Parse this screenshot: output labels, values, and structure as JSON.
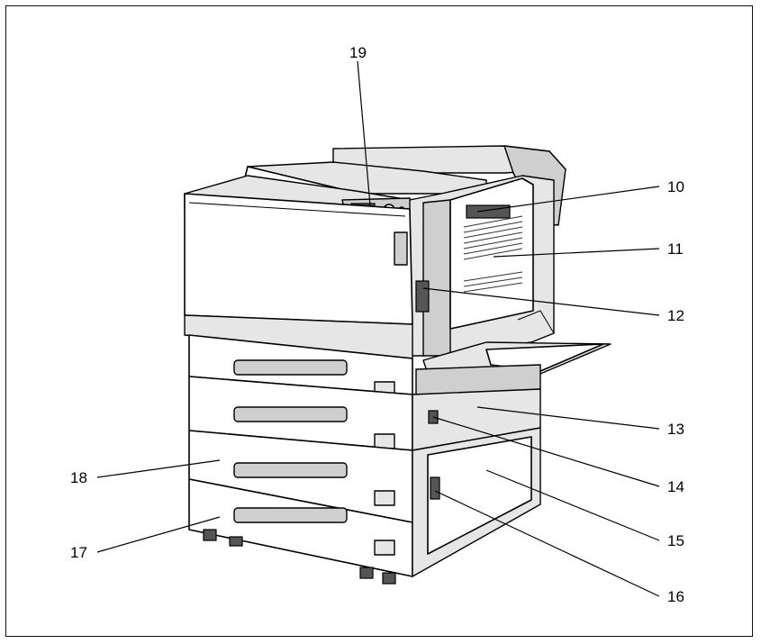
{
  "callouts": {
    "c10": "10",
    "c11": "11",
    "c12": "12",
    "c13": "13",
    "c14": "14",
    "c15": "15",
    "c16": "16",
    "c17": "17",
    "c18": "18",
    "c19": "19"
  },
  "colors": {
    "line": "#000000",
    "panel_light": "#e6e6e6",
    "panel_mid": "#cfcfcf",
    "panel_dark": "#b8b8b8"
  }
}
